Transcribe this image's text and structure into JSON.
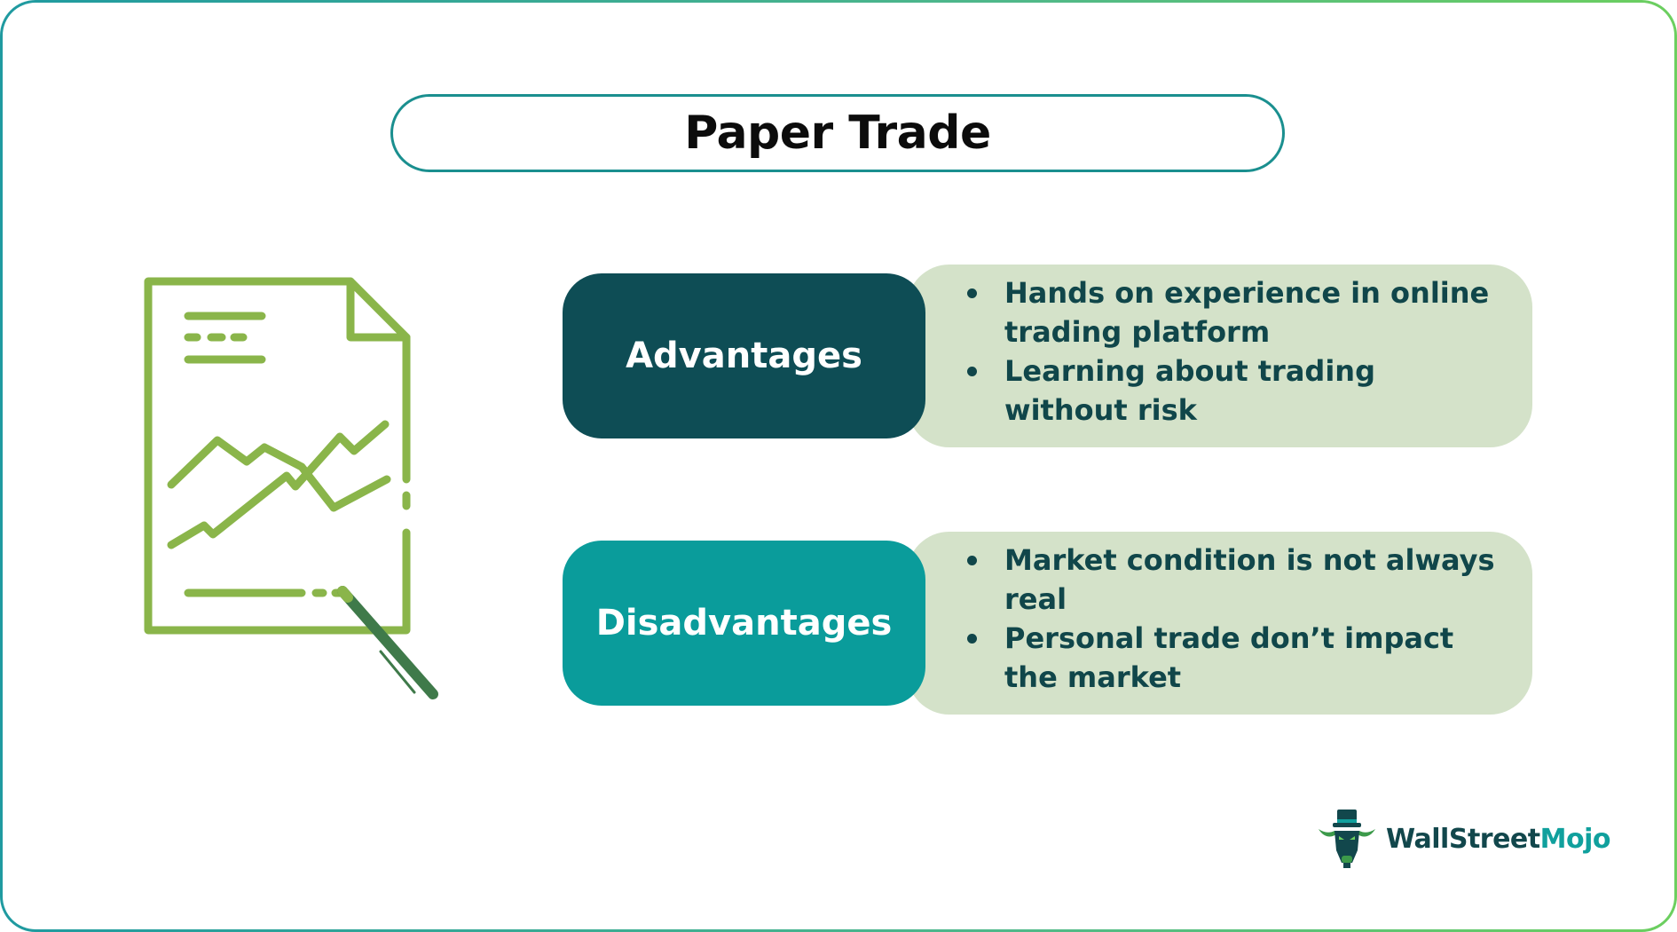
{
  "title": "Paper Trade",
  "colors": {
    "frame_gradient_start": "#1f9aa0",
    "frame_gradient_end": "#6ccf5f",
    "title_border": "#1a8f8f",
    "advantages_label_bg": "#0e4d55",
    "disadvantages_label_bg": "#0a9c9b",
    "detail_box_bg": "#d4e2c9",
    "detail_text": "#10464a",
    "illustration_green": "#8ab54a",
    "pen_dark_green": "#3f7a4a"
  },
  "illustration": {
    "icon": "document-with-chart-and-pen-icon"
  },
  "sections": [
    {
      "label": "Advantages",
      "items": [
        "Hands on experience in online trading platform",
        "Learning about trading without risk"
      ]
    },
    {
      "label": "Disadvantages",
      "items": [
        "Market condition is not always real",
        "Personal trade don’t impact the market"
      ]
    }
  ],
  "brand": {
    "name_part1": "WallStreet",
    "name_part2": "Mojo",
    "icon": "bull-with-top-hat-logo"
  }
}
